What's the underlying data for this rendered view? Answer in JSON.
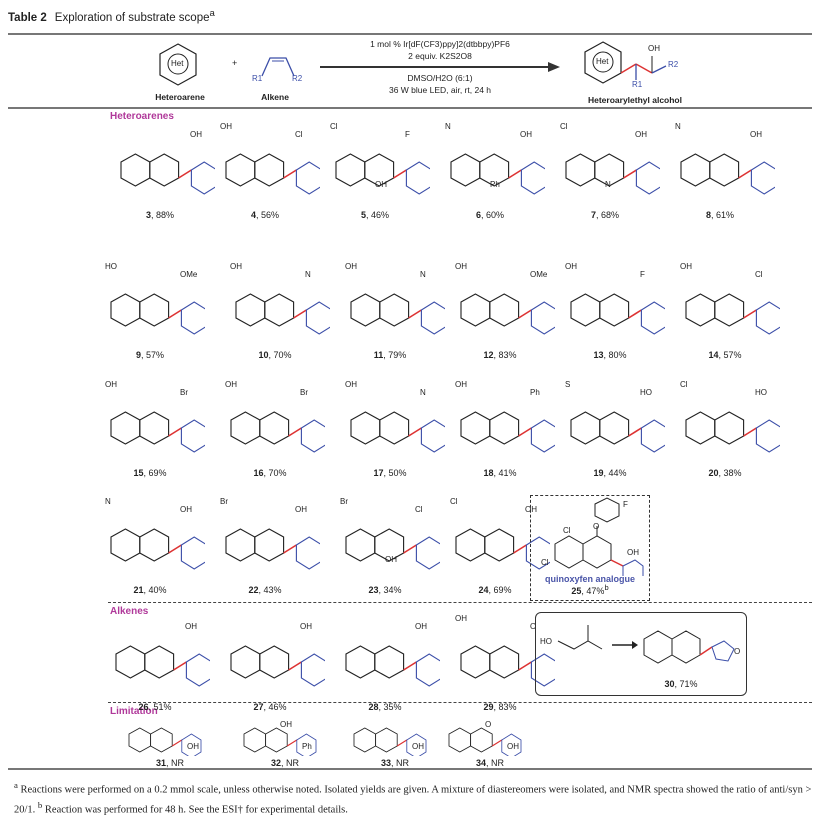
{
  "caption": {
    "label": "Table 2",
    "title": "Exploration of substrate scope",
    "sup": "a"
  },
  "scheme": {
    "reagent1": "1 mol % Ir[dF(CF3)ppy]2(dtbbpy)PF6",
    "reagent2": "2 equiv. K2S2O8",
    "cond1": "DMSO/H2O (6:1)",
    "cond2": "36 W blue LED, air, rt, 24 h",
    "het": "Het",
    "heteroarene": "Heteroarene",
    "alkene": "Alkene",
    "product": "Heteroarylethyl alcohol",
    "plus": "+",
    "r1": "R1",
    "r2": "R2",
    "oh": "OH"
  },
  "sections": {
    "heteroarenes": "Heteroarenes",
    "alkenes": "Alkenes",
    "limitation": "Limitation"
  },
  "compounds": [
    {
      "n": "3",
      "y": "88%",
      "subs": [
        "OH"
      ]
    },
    {
      "n": "4",
      "y": "56%",
      "subs": [
        "Cl",
        "OH"
      ]
    },
    {
      "n": "5",
      "y": "46%",
      "subs": [
        "F",
        "Cl",
        "OH"
      ]
    },
    {
      "n": "6",
      "y": "60%",
      "subs": [
        "OH",
        "N",
        "Ph"
      ]
    },
    {
      "n": "7",
      "y": "68%",
      "subs": [
        "OH",
        "Cl",
        "N"
      ]
    },
    {
      "n": "8",
      "y": "61%",
      "subs": [
        "OH",
        "N"
      ]
    },
    {
      "n": "9",
      "y": "57%",
      "subs": [
        "OMe",
        "HO"
      ]
    },
    {
      "n": "10",
      "y": "70%",
      "subs": [
        "N",
        "OH"
      ]
    },
    {
      "n": "11",
      "y": "79%",
      "subs": [
        "N",
        "OH"
      ]
    },
    {
      "n": "12",
      "y": "83%",
      "subs": [
        "OMe",
        "OH"
      ]
    },
    {
      "n": "13",
      "y": "80%",
      "subs": [
        "F",
        "OH"
      ]
    },
    {
      "n": "14",
      "y": "57%",
      "subs": [
        "Cl",
        "OH"
      ]
    },
    {
      "n": "15",
      "y": "69%",
      "subs": [
        "Br",
        "OH"
      ]
    },
    {
      "n": "16",
      "y": "70%",
      "subs": [
        "Br",
        "OH"
      ]
    },
    {
      "n": "17",
      "y": "50%",
      "subs": [
        "N",
        "OH"
      ]
    },
    {
      "n": "18",
      "y": "41%",
      "subs": [
        "Ph",
        "OH"
      ]
    },
    {
      "n": "19",
      "y": "44%",
      "subs": [
        "HO",
        "S"
      ]
    },
    {
      "n": "20",
      "y": "38%",
      "subs": [
        "HO",
        "Cl"
      ]
    },
    {
      "n": "21",
      "y": "40%",
      "subs": [
        "OH",
        "N"
      ]
    },
    {
      "n": "22",
      "y": "43%",
      "subs": [
        "OH",
        "Br"
      ]
    },
    {
      "n": "23",
      "y": "34%",
      "subs": [
        "Cl",
        "Br",
        "OH"
      ]
    },
    {
      "n": "24",
      "y": "69%",
      "subs": [
        "OH",
        "Cl"
      ]
    },
    {
      "n": "26",
      "y": "51%",
      "subs": [
        "OH"
      ]
    },
    {
      "n": "27",
      "y": "46%",
      "subs": [
        "OH"
      ]
    },
    {
      "n": "28",
      "y": "35%",
      "subs": [
        "OH"
      ]
    },
    {
      "n": "29",
      "y": "83%",
      "subs": [
        "O",
        "OH"
      ]
    },
    {
      "n": "31",
      "y": "NR",
      "subs": [
        "OH"
      ]
    },
    {
      "n": "32",
      "y": "NR",
      "subs": [
        "Ph",
        "OH"
      ]
    },
    {
      "n": "33",
      "y": "NR",
      "subs": [
        "OH"
      ]
    },
    {
      "n": "34",
      "y": "NR",
      "subs": [
        "OH",
        "O"
      ]
    }
  ],
  "c25": {
    "n": "25",
    "y": "47%",
    "sup": "b",
    "name": "quinoxyfen analogue",
    "subs": [
      "Cl",
      "Cl",
      "O",
      "F",
      "OH"
    ]
  },
  "c30": {
    "n": "30",
    "y": "71%",
    "subs": [
      "HO",
      "O"
    ]
  },
  "footnote": {
    "a": "a",
    "text1": " Reactions were performed on a 0.2 mmol scale, unless otherwise noted. Isolated yields are given. A mixture of diastereomers were isolated, and NMR spectra showed the ratio of anti/syn > 20/1. ",
    "b": "b",
    "text2": " Reaction was performed for 48 h. See the ESI† for experimental details."
  }
}
